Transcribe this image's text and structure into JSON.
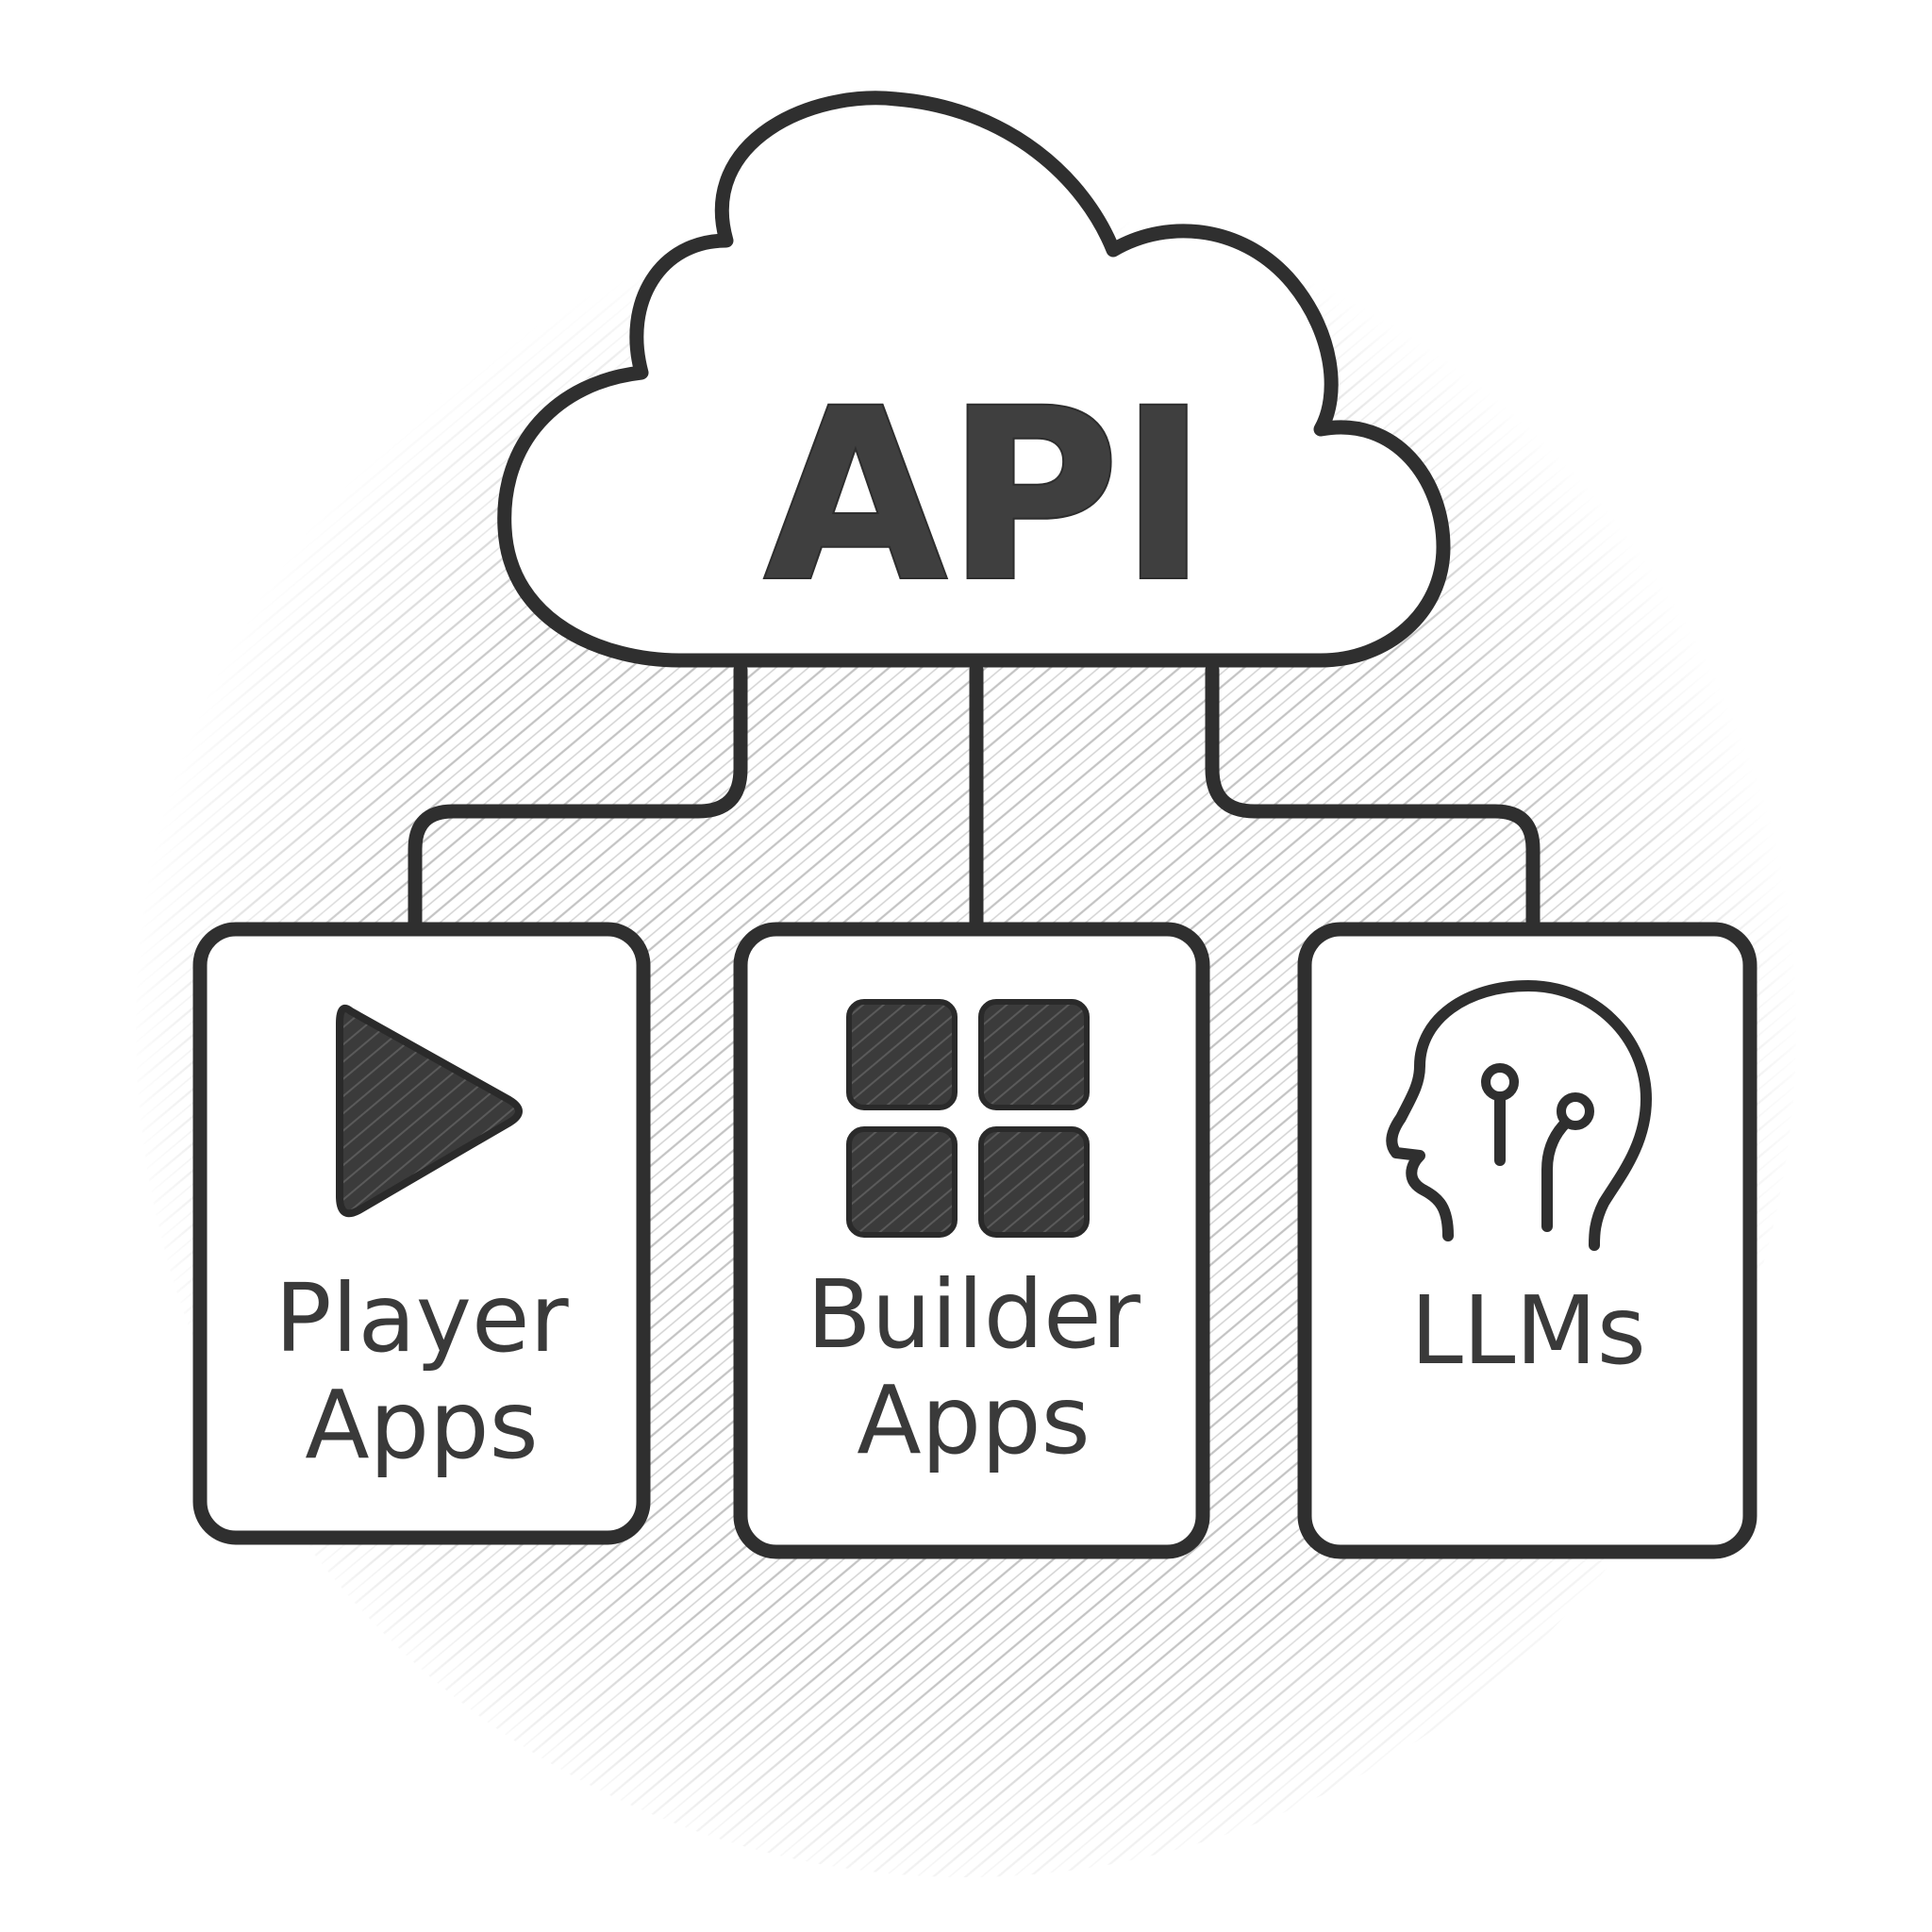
{
  "diagram": {
    "hub": {
      "label": "API",
      "icon": "cloud-icon"
    },
    "nodes": [
      {
        "line1": "Player",
        "line2": "Apps",
        "icon": "play-icon"
      },
      {
        "line1": "Builder",
        "line2": "Apps",
        "icon": "grid-icon"
      },
      {
        "line1": "LLMs",
        "line2": "",
        "icon": "ai-head-icon"
      }
    ],
    "colors": {
      "stroke": "#2f2f2f",
      "hatch": "#bdbdbd",
      "background": "#ffffff"
    }
  }
}
